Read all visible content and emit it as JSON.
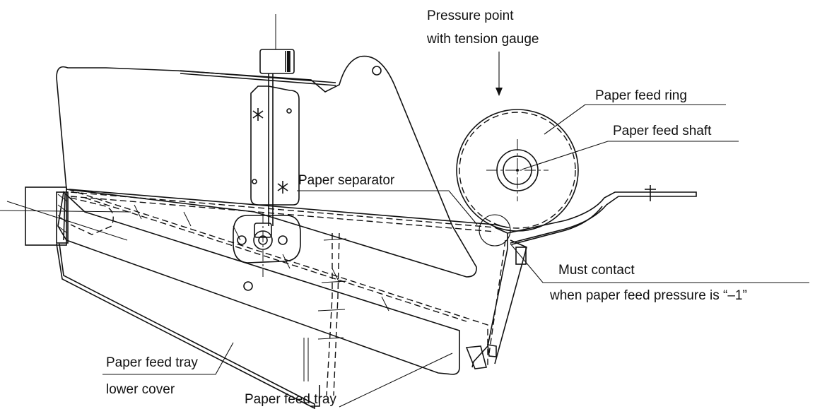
{
  "labels": {
    "pressure_point_line1": "Pressure point",
    "pressure_point_line2": "with tension gauge",
    "feed_ring": "Paper feed ring",
    "feed_shaft": "Paper feed shaft",
    "separator": "Paper separator",
    "must_contact_line1": "Must contact",
    "must_contact_line2": "when paper feed pressure is “–1”",
    "tray_cover_line1": "Paper feed tray",
    "tray_cover_line2": "lower cover",
    "tray": "Paper feed tray"
  },
  "icons": {
    "arrow": "down-arrow-icon",
    "screw": "asterisk-screw-icon"
  }
}
